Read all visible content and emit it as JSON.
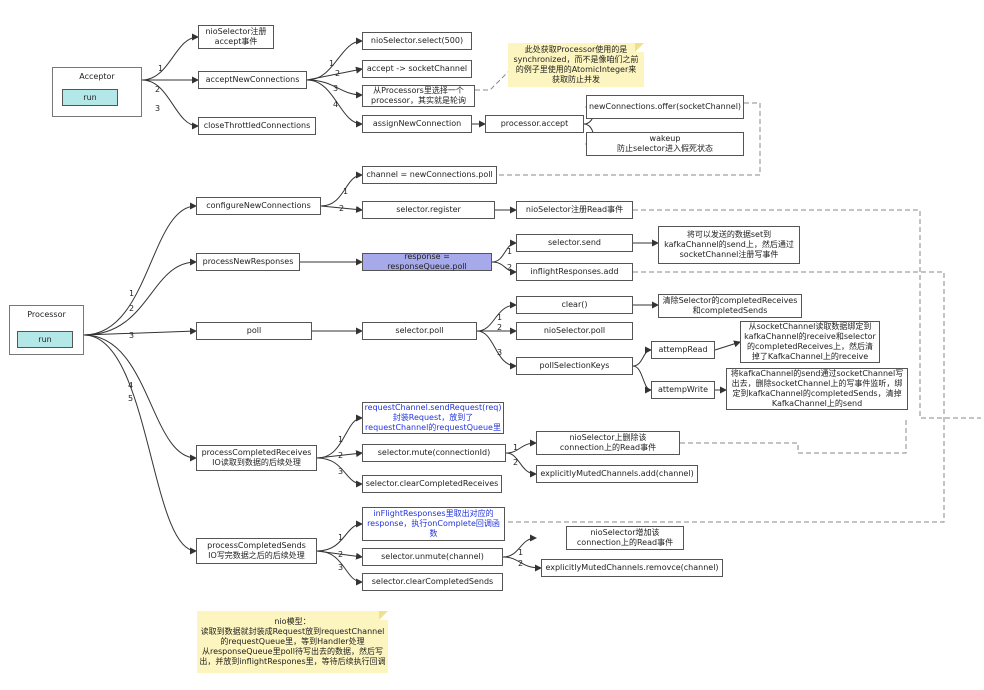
{
  "acceptor": {
    "title": "Acceptor",
    "run": "run"
  },
  "processor": {
    "title": "Processor",
    "run": "run"
  },
  "nodes": {
    "nioselector_register": "nioSelector注册\naccept事件",
    "accept_new_connections": "acceptNewConnections",
    "close_throttled": "closeThrottledConnections",
    "select_500": "nioSelector.select(500)",
    "accept_socket": "accept -> socketChannel",
    "choose_processor": "从Processors里选择一个\nprocessor，其实就是轮询",
    "assign_new_connection": "assignNewConnection",
    "processor_accept": "processor.accept",
    "offer_socket": "newConnections.offer(socketChannel)",
    "wakeup": "wakeup\n防止selector进入假死状态",
    "configure_new_connections": "configureNewConnections",
    "channel_poll": "channel = newConnections.poll",
    "selector_register": "selector.register",
    "register_read": "nioSelector注册Read事件",
    "process_new_responses": "processNewResponses",
    "response_poll": "response = responseQueue.poll",
    "selector_send": "selector.send",
    "send_desc": "将可以发送的数据set到\nkafkaChannel的send上，然后通过\nsocketChannel注册写事件",
    "inflight_add": "inflightResponses.add",
    "poll": "poll",
    "selector_poll": "selector.poll",
    "clear": "clear()",
    "clear_desc": "清除Selector的completedReceives\n和completedSends",
    "nio_poll": "nioSelector.poll",
    "poll_selection_keys": "pollSelectionKeys",
    "attemp_read": "attempRead",
    "read_desc": "从socketChannel读取数据绑定到\nkafkaChannel的receive和selector\n的completedReceives上，然后清\n掉了KafkaChannel上的receive",
    "attemp_write": "attempWrite",
    "write_desc": "将kafkaChannel的send通过socketChannel写\n出去，删除socketChannel上的写事件监听，绑\n定到kafkaChannel的completedSends，清掉\nKafkaChannel上的send",
    "send_request": "requestChannel.sendRequest(req)\n封装Request，放到了\nrequestChannel的requestQueue里",
    "process_completed_receives": "processCompletedReceives\nIO读取到数据的后续处理",
    "selector_mute": "selector.mute(connectionId)",
    "remove_read": "nioSelector上删除该\nconnection上的Read事件",
    "muted_add": "explicitlyMutedChannels.add(channel)",
    "clear_completed_receives": "selector.clearCompletedReceives",
    "inflight_remove": "inFlightResponses里取出对应的\nresponse，执行onComplete回调函\n数",
    "process_completed_sends": "processCompletedSends\nIO写完数据之后的后续处理",
    "selector_unmute": "selector.unmute(channel)",
    "add_read": "nioSelector增加该\nconnection上的Read事件",
    "muted_remove": "explicitlyMutedChannels.removce(channel)",
    "clear_completed_sends": "selector.clearCompletedSends"
  },
  "notes": {
    "sync_note": "此处获取Processor使用的是\nsynchronized，而不是像咱们之前\n的例子里使用的AtomicInteger来\n获取防止并发",
    "model_note": "nio模型：\n读取到数据就封装成Request放到requestChannel\n的requestQueue里，等到Handler处理\n从responseQueue里poll待写出去的数据，然后写\n出，并放到inflightRespones里，等待后续执行回调"
  },
  "edge_labels": {
    "one": "1",
    "two": "2",
    "three": "3",
    "four": "4",
    "five": "5"
  },
  "colors": {
    "run_fill": "#b4e8e8",
    "highlight": "#a6a9ea",
    "note_fill": "#fdf5c0",
    "blue_text": "#2233dd"
  }
}
